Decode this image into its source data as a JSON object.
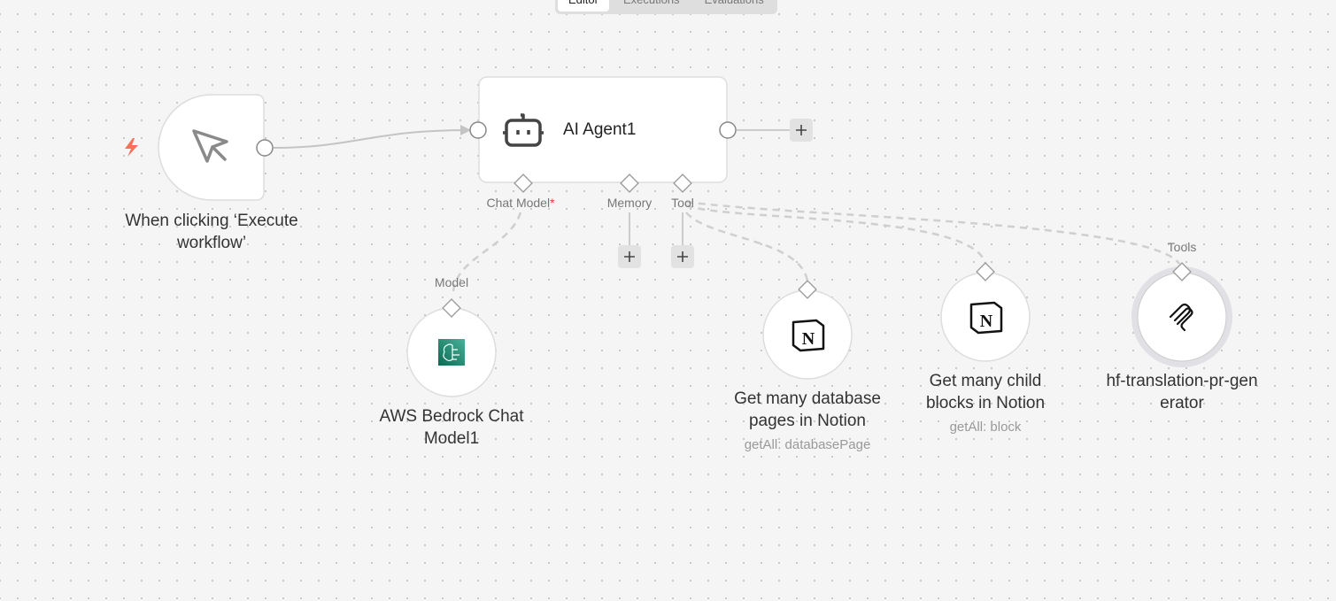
{
  "tabs": [
    {
      "label": "Editor",
      "active": true
    },
    {
      "label": "Executions"
    },
    {
      "label": "Evaluations"
    }
  ],
  "colors": {
    "trigger_bolt": "#ff6f5c",
    "required": "#e53935",
    "bedrock": "#1f8a6e"
  },
  "nodes": {
    "trigger": {
      "title": "When clicking ‘Execute workflow’",
      "icon": "cursor-pointer-icon",
      "badge_icon": "lightning-bolt-icon"
    },
    "agent": {
      "title": "AI Agent1",
      "icon": "robot-icon",
      "ports": {
        "chat_model": "Chat Model",
        "required_mark": "*",
        "memory": "Memory",
        "tool": "Tool"
      }
    },
    "bedrock": {
      "title": "AWS Bedrock Chat Model1",
      "port_label": "Model",
      "icon": "aws-bedrock-icon"
    },
    "notion_pages": {
      "title": "Get many database pages in Notion",
      "subtitle": "getAll: databasePage",
      "icon": "notion-icon"
    },
    "notion_blocks": {
      "title": "Get many child blocks in Notion",
      "subtitle": "getAll: block",
      "icon": "notion-icon"
    },
    "hf": {
      "title": "hf-translation-pr-generator",
      "port_label": "Tools",
      "icon": "mcp-icon"
    }
  }
}
